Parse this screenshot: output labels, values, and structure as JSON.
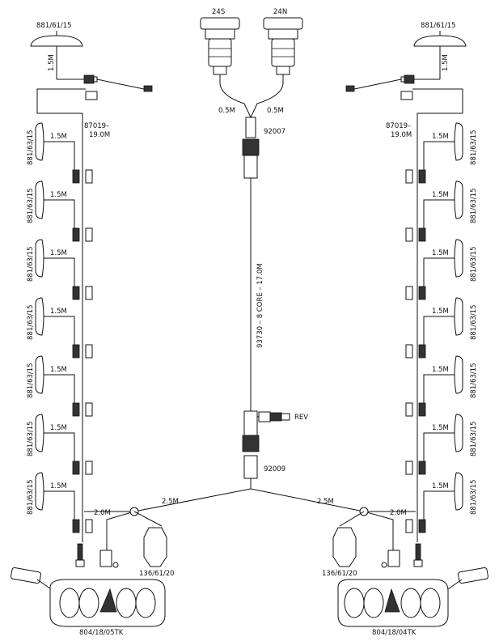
{
  "labels": {
    "top_left_beacon": "881/61/15",
    "top_right_beacon": "881/61/15",
    "socket_24s": "24S",
    "socket_24n": "24N",
    "len_0_5_left": "0.5M",
    "len_0_5_right": "0.5M",
    "part_92007": "92007",
    "beacon_drop_left": "1.5M",
    "beacon_drop_right": "1.5M",
    "left_harness_part": "87019–",
    "left_harness_len": "19.0M",
    "right_harness_part": "87019–",
    "right_harness_len": "19.0M",
    "marker_part": "881/63/15",
    "marker_drop": "1.5M",
    "main_cable": "93730 – 8 CORE – 17.0M",
    "rev": "REV",
    "part_92009": "92009",
    "len_2_5_left": "2.5M",
    "len_2_5_right": "2.5M",
    "len_2_0_left": "2.0M",
    "len_2_0_right": "2.0M",
    "plate_left": "136/61/20",
    "plate_right": "136/61/20",
    "lamp_left": "804/18/05TK",
    "lamp_right": "804/18/04TK"
  },
  "marker_lamps_per_side": 7
}
